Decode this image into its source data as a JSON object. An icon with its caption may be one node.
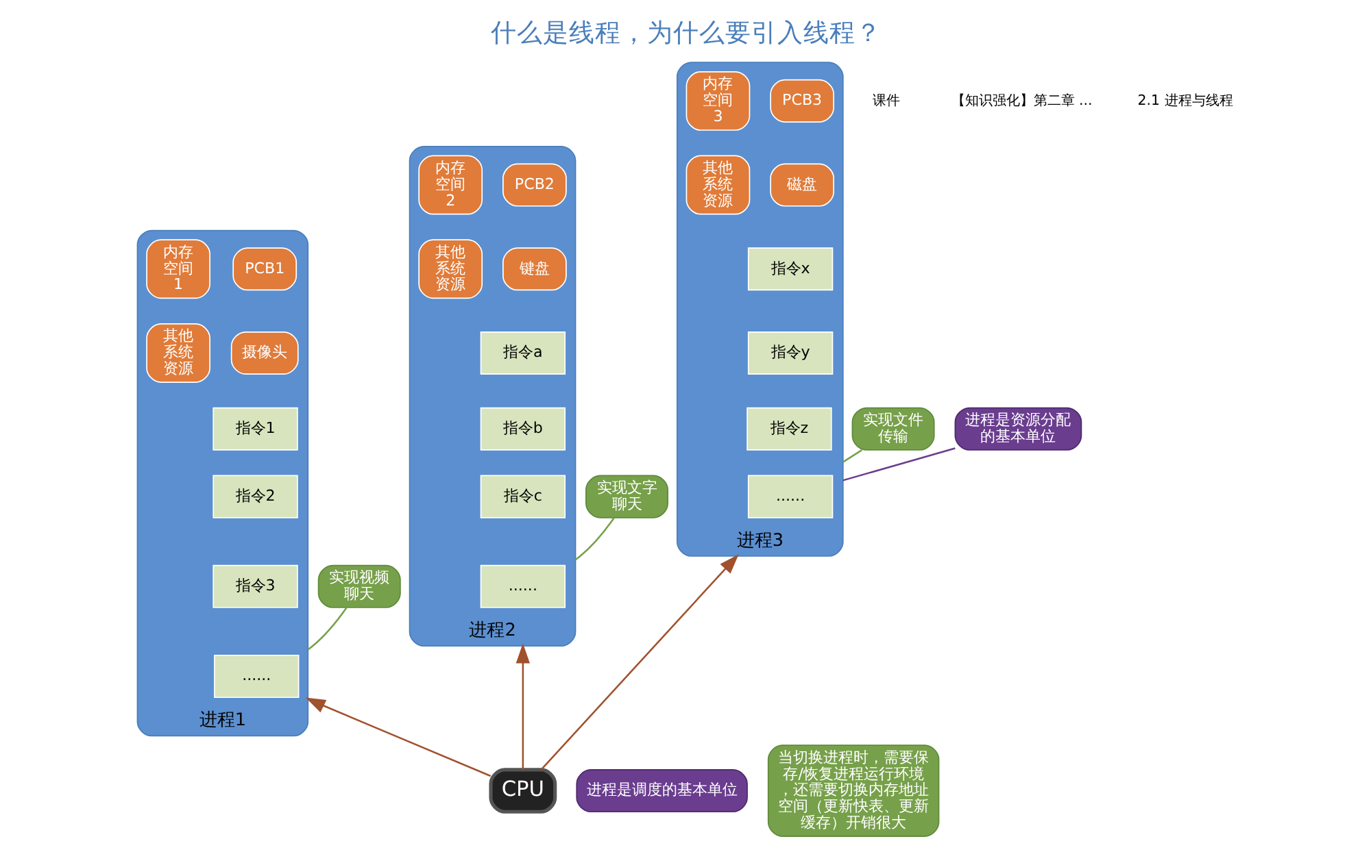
{
  "diagram": {
    "title": "什么是线程，为什么要引入线程？",
    "nodes": [
      {
        "text": [],
        "shape": "box",
        "beside": [
          "进程1"
        ]
      },
      {
        "text": [
          "PCB1"
        ],
        "in": 0
      },
      {
        "text": [
          "内存空间1"
        ],
        "in": 0
      },
      {
        "text": [
          "摄像头"
        ],
        "in": 0
      },
      {
        "text": [
          "其他系统资源"
        ],
        "in": 0
      },
      {
        "text": [
          "指令1"
        ],
        "in": 0
      },
      {
        "text": [
          "指令2"
        ],
        "in": 0
      },
      {
        "text": [
          "指令3"
        ],
        "in": 0
      },
      {
        "text": [
          "......"
        ],
        "in": 0
      },
      {
        "text": [],
        "shape": "box",
        "beside": [
          "进程2"
        ]
      },
      {
        "text": [
          "PCB2"
        ],
        "in": 9
      },
      {
        "text": [
          "内存空间2"
        ],
        "in": 9
      },
      {
        "text": [
          "键盘"
        ],
        "in": 9
      },
      {
        "text": [
          "其他系统资源"
        ],
        "in": 9
      },
      {
        "text": [
          "指令a"
        ],
        "in": 9
      },
      {
        "text": [
          "指令b"
        ],
        "in": 9
      },
      {
        "text": [
          "指令c"
        ],
        "in": 9
      },
      {
        "text": [
          "......"
        ],
        "in": 9
      },
      {
        "text": [],
        "shape": "box",
        "beside": [
          "进程3"
        ]
      },
      {
        "text": [
          "PCB3"
        ],
        "in": 18
      },
      {
        "text": [
          "内存空间3"
        ],
        "in": 18
      },
      {
        "text": [
          "磁盘"
        ],
        "in": 18
      },
      {
        "text": [
          "其他系统资源"
        ],
        "in": 18
      },
      {
        "text": [
          "指令x"
        ],
        "in": 18
      },
      {
        "text": [
          "指令y"
        ],
        "in": 18
      },
      {
        "text": [
          "指令z"
        ],
        "in": 18
      },
      {
        "text": [
          "......"
        ],
        "in": 18
      },
      {
        "text": [
          "实现视频聊天"
        ]
      },
      {
        "text": [
          "实现文字聊天"
        ]
      },
      {
        "text": [
          "实现文件传输"
        ]
      },
      {
        "text": [
          "进程是资源分配的基本单位"
        ]
      },
      {
        "text": [
          "进程是调度的基本单位"
        ]
      },
      {
        "text": [
          "当切换进程时，需要保存/恢复进程运行环境，还需要切换内存地址空间（更新快表、更新缓存）开销很大"
        ]
      },
      {
        "text": [
          "CPU"
        ]
      }
    ],
    "edges": [
      {
        "from": 33,
        "to": 0,
        "arrow": "to"
      },
      {
        "from": 33,
        "to": 9,
        "arrow": "to"
      },
      {
        "from": 33,
        "to": 18,
        "arrow": "to"
      },
      {
        "from": 27,
        "to": 0,
        "arrow": "none",
        "color": "#77a04a"
      },
      {
        "from": 28,
        "to": 9,
        "arrow": "none",
        "color": "#77a04a"
      },
      {
        "from": 29,
        "to": 18,
        "arrow": "none",
        "color": "#77a04a"
      },
      {
        "from": 30,
        "to": 18,
        "arrow": "none",
        "color": "#6a3d8f"
      }
    ],
    "labels": [
      "课件",
      "【知识强化】第二章 ...",
      "2.1 进程与线程"
    ]
  }
}
